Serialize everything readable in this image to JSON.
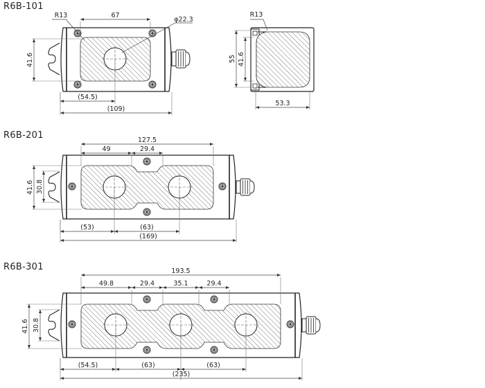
{
  "views": [
    {
      "id": "r6b-101",
      "title": "R6B-101",
      "labels": {
        "radius": "R13",
        "pad_width": "67",
        "hole_diameter": "φ22.3",
        "height": "41.6",
        "center_offset": "(54.5)",
        "overall_length": "(109)"
      }
    },
    {
      "id": "r6b-101-side",
      "labels": {
        "radius": "R13",
        "overall_height": "55",
        "height": "41.6",
        "depth": "53.3"
      }
    },
    {
      "id": "r6b-201",
      "title": "R6B-201",
      "labels": {
        "pad_width": "127.5",
        "seg1": "49",
        "seg2": "29.4",
        "height": "41.6",
        "inner_height": "30.8",
        "offset1": "(53)",
        "offset2": "(63)",
        "overall_length": "(169)"
      }
    },
    {
      "id": "r6b-301",
      "title": "R6B-301",
      "labels": {
        "pad_width": "193.5",
        "seg1": "49.8",
        "seg2": "29.4",
        "seg3": "35.1",
        "seg4": "29.4",
        "height": "41.6",
        "inner_height": "30.8",
        "offset1": "(54.5)",
        "offset2": "(63)",
        "offset3": "(63)",
        "overall_length": "(235)"
      }
    }
  ]
}
